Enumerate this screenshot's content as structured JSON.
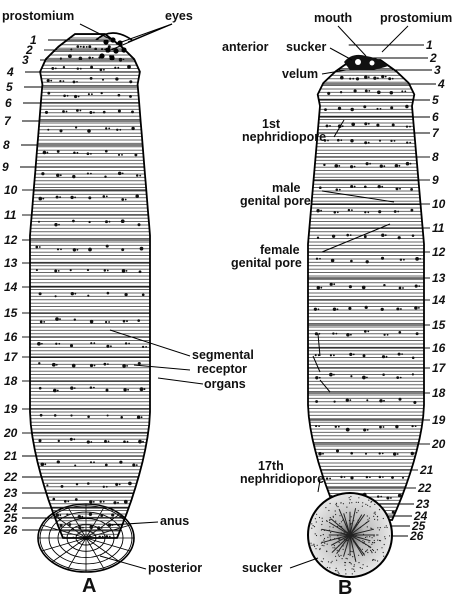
{
  "figures": [
    {
      "letter": "A",
      "segments": [
        "1",
        "2",
        "3",
        "4",
        "5",
        "6",
        "7",
        "8",
        "9",
        "10",
        "11",
        "12",
        "13",
        "14",
        "15",
        "16",
        "17",
        "18",
        "19",
        "20",
        "21",
        "22",
        "23",
        "24",
        "25",
        "26"
      ],
      "labels": {
        "prostomium": "prostomium",
        "eyes": "eyes",
        "segmental_1": "segmental",
        "segmental_2": "receptor",
        "segmental_3": "organs",
        "anus": "anus",
        "posterior": "posterior"
      }
    },
    {
      "letter": "B",
      "segments": [
        "1",
        "2",
        "3",
        "4",
        "5",
        "6",
        "7",
        "8",
        "9",
        "10",
        "11",
        "12",
        "13",
        "14",
        "15",
        "16",
        "17",
        "18",
        "19",
        "20",
        "21",
        "22",
        "23",
        "24",
        "25",
        "26"
      ],
      "labels": {
        "mouth": "mouth",
        "prostomium": "prostomium",
        "anterior": "anterior",
        "sucker": "sucker",
        "velum": "velum",
        "nephridiopore_1_a": "1st",
        "nephridiopore_1_b": "nephridiopore",
        "male_a": "male",
        "male_b": "genital pore",
        "female_a": "female",
        "female_b": "genital pore",
        "nephridiopore_17_a": "17th",
        "nephridiopore_17_b": "nephridiopore",
        "posterior_sucker": "sucker"
      }
    }
  ]
}
